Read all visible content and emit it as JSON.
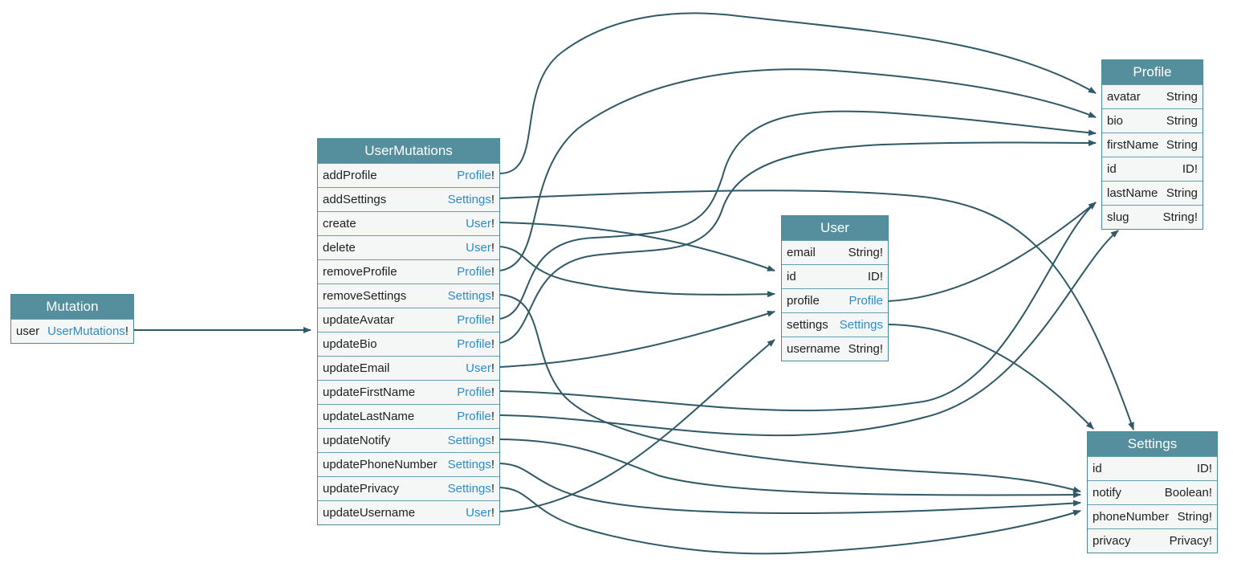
{
  "nodes": {
    "mutation": {
      "title": "Mutation",
      "fields": [
        {
          "name": "user",
          "type": "UserMutations",
          "suffix": "!"
        }
      ]
    },
    "user_mutations": {
      "title": "UserMutations",
      "fields": [
        {
          "name": "addProfile",
          "type": "Profile",
          "suffix": "!"
        },
        {
          "name": "addSettings",
          "type": "Settings",
          "suffix": "!"
        },
        {
          "name": "create",
          "type": "User",
          "suffix": "!"
        },
        {
          "name": "delete",
          "type": "User",
          "suffix": "!"
        },
        {
          "name": "removeProfile",
          "type": "Profile",
          "suffix": "!"
        },
        {
          "name": "removeSettings",
          "type": "Settings",
          "suffix": "!"
        },
        {
          "name": "updateAvatar",
          "type": "Profile",
          "suffix": "!"
        },
        {
          "name": "updateBio",
          "type": "Profile",
          "suffix": "!"
        },
        {
          "name": "updateEmail",
          "type": "User",
          "suffix": "!"
        },
        {
          "name": "updateFirstName",
          "type": "Profile",
          "suffix": "!"
        },
        {
          "name": "updateLastName",
          "type": "Profile",
          "suffix": "!"
        },
        {
          "name": "updateNotify",
          "type": "Settings",
          "suffix": "!"
        },
        {
          "name": "updatePhoneNumber",
          "type": "Settings",
          "suffix": "!"
        },
        {
          "name": "updatePrivacy",
          "type": "Settings",
          "suffix": "!"
        },
        {
          "name": "updateUsername",
          "type": "User",
          "suffix": "!"
        }
      ]
    },
    "user": {
      "title": "User",
      "fields": [
        {
          "name": "email",
          "type": "String!"
        },
        {
          "name": "id",
          "type": "ID!"
        },
        {
          "name": "profile",
          "type": "Profile",
          "link": true
        },
        {
          "name": "settings",
          "type": "Settings",
          "link": true
        },
        {
          "name": "username",
          "type": "String!"
        }
      ]
    },
    "profile": {
      "title": "Profile",
      "fields": [
        {
          "name": "avatar",
          "type": "String"
        },
        {
          "name": "bio",
          "type": "String"
        },
        {
          "name": "firstName",
          "type": "String"
        },
        {
          "name": "id",
          "type": "ID!"
        },
        {
          "name": "lastName",
          "type": "String"
        },
        {
          "name": "slug",
          "type": "String!"
        }
      ]
    },
    "settings": {
      "title": "Settings",
      "fields": [
        {
          "name": "id",
          "type": "ID!"
        },
        {
          "name": "notify",
          "type": "Boolean!"
        },
        {
          "name": "phoneNumber",
          "type": "String!"
        },
        {
          "name": "privacy",
          "type": "Privacy!"
        }
      ]
    }
  },
  "colors": {
    "header": "#558f9d",
    "edge": "#2f5966",
    "link": "#2b8ccb",
    "border": "#4a8a9b"
  }
}
